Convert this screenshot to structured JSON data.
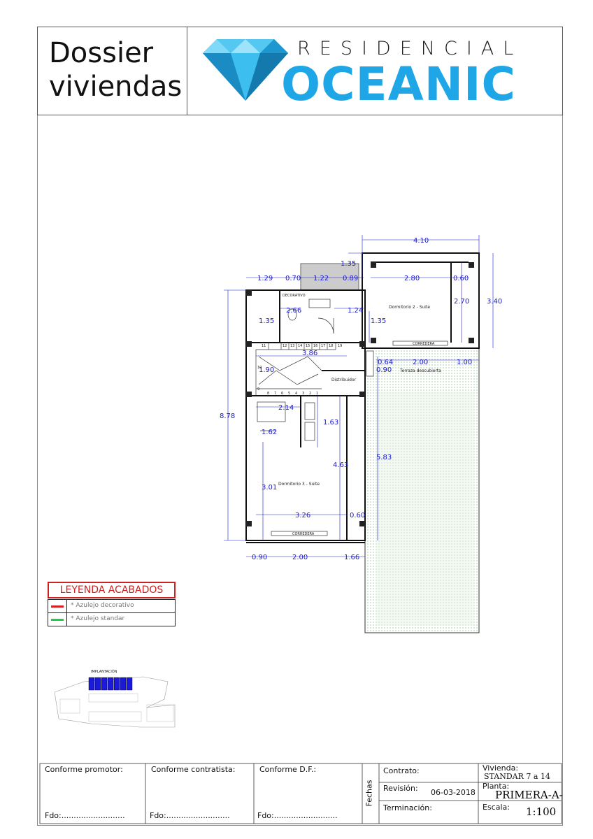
{
  "header": {
    "title_line1": "Dossier",
    "title_line2": "viviendas",
    "brand_top": "RESIDENCIAL",
    "brand_main": "OCEANIC"
  },
  "plan": {
    "dims": {
      "d410": "4.10",
      "d135a": "1.35",
      "d129": "1.29",
      "d070": "0.70",
      "d122": "1.22",
      "d089": "0.89",
      "d280": "2.80",
      "d060a": "0.60",
      "d270": "2.70",
      "d340": "3.40",
      "d266": "2.66",
      "d124": "1.24",
      "d135b": "1.35",
      "d135c": "1.35",
      "d386": "3.86",
      "d064": "0.64",
      "d200a": "2.00",
      "d100": "1.00",
      "d090a": "0.90",
      "d190": "1.90",
      "d214": "2.14",
      "d163": "1.63",
      "d162": "1.62",
      "d878": "8.78",
      "d463": "4.63",
      "d583": "5.83",
      "d301": "3.01",
      "d326": "3.26",
      "d060b": "0.60",
      "d090b": "0.90",
      "d200b": "2.00",
      "d166": "1.66"
    },
    "rooms": {
      "dorm2": "Dormitorio 2 - Suite",
      "terraza": "Terraza descubierta",
      "distribuidor": "Distribuidor",
      "dorm3": "Dormitorio 3 - Suite"
    },
    "labels": {
      "deco1": "DECORATIVO",
      "corredera1": "CORREDERA",
      "corredera2": "CORREDERA",
      "implantacion": "IMPLANTACIÓN"
    },
    "stairs_top": [
      "11",
      "12",
      "13",
      "14",
      "15",
      "16",
      "17",
      "18",
      "19"
    ],
    "stairs_bottom": [
      "8",
      "7",
      "6",
      "5",
      "4",
      "3",
      "2",
      "1"
    ],
    "stair_side": [
      "10",
      "9"
    ]
  },
  "legend": {
    "title": "LEYENDA ACABADOS",
    "items": [
      {
        "label": "* Azulejo decorativo",
        "color": "#d32020"
      },
      {
        "label": "* Azulejo standar",
        "color": "#22cc44"
      }
    ]
  },
  "footer": {
    "promotor": "Conforme promotor:",
    "contratista": "Conforme contratista:",
    "df": "Conforme D.F.:",
    "fdo1": "Fdo:..........................",
    "fdo2": "Fdo:..........................",
    "fdo3": "Fdo:..........................",
    "fechas": "Fechas",
    "contrato": "Contrato:",
    "revision": "Revisión:",
    "revision_date": "06-03-2018",
    "terminacion": "Terminación:",
    "vivienda_label": "Vivienda:",
    "vivienda_value": "STANDAR 7 a 14",
    "planta_label": "Planta:",
    "planta_value": "PRIMERA-A-",
    "escala_label": "Escala:",
    "escala_value": "1:100"
  },
  "colors": {
    "brand": "#1ea6e6",
    "dimension": "#1a1acc",
    "legend_title": "#cc2222"
  }
}
